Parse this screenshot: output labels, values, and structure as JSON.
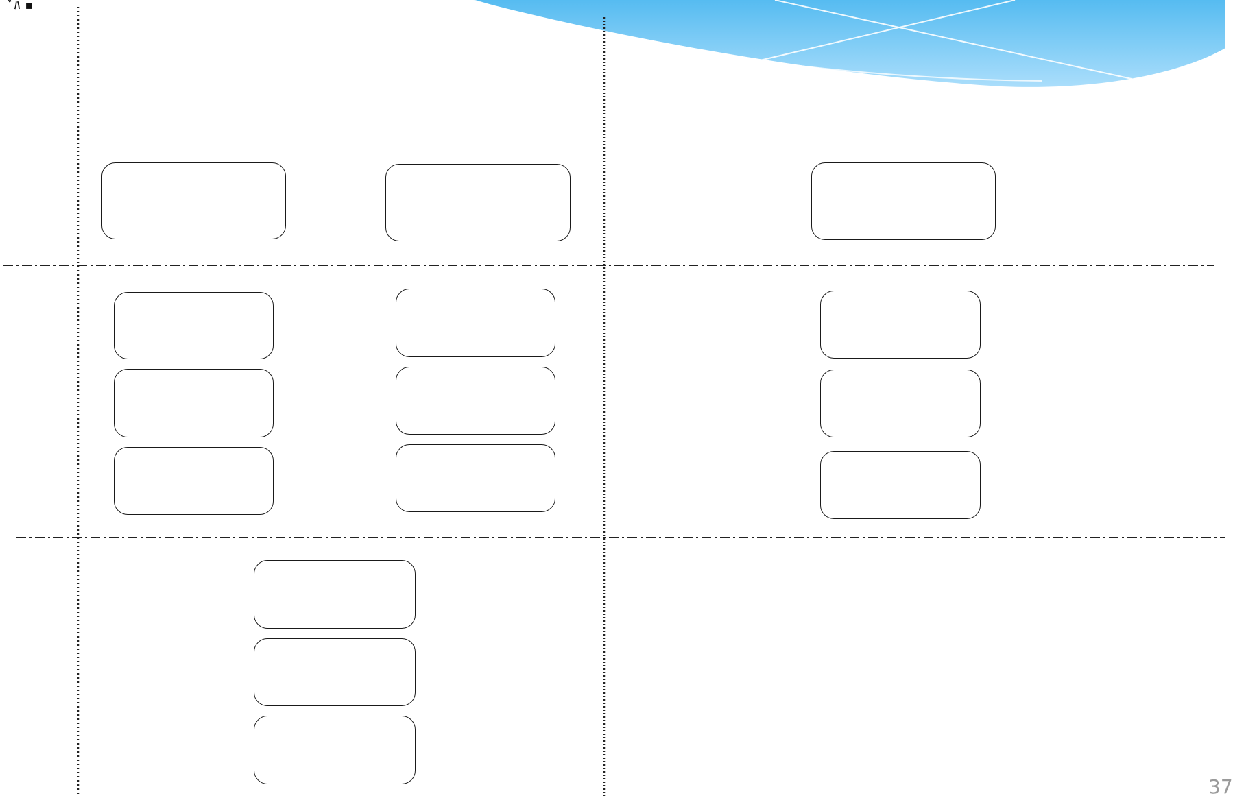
{
  "slide": {
    "corner_label": "ﾞﾊ ▪",
    "page_number": "37"
  },
  "colors": {
    "wave_dark": "#4db8f0",
    "wave_light": "#a6dcfb",
    "wave_lines": "#ffffff",
    "box_border": "#1a1a1a",
    "divider": "#222222",
    "page_number": "#9a9a9a"
  },
  "diagram": {
    "grid": {
      "vertical_dividers": 2,
      "horizontal_dividers": 2,
      "divider_style": "dotted vertical, dash-dot horizontal"
    },
    "rows": [
      {
        "id": "header-row",
        "boxes": [
          {
            "text": ""
          },
          {
            "text": ""
          },
          {
            "text": ""
          }
        ]
      },
      {
        "id": "middle-row",
        "boxes": [
          {
            "text": ""
          },
          {
            "text": ""
          },
          {
            "text": ""
          },
          {
            "text": ""
          },
          {
            "text": ""
          },
          {
            "text": ""
          },
          {
            "text": ""
          },
          {
            "text": ""
          },
          {
            "text": ""
          }
        ]
      },
      {
        "id": "bottom-row",
        "boxes": [
          {
            "text": ""
          },
          {
            "text": ""
          },
          {
            "text": ""
          }
        ]
      }
    ]
  }
}
